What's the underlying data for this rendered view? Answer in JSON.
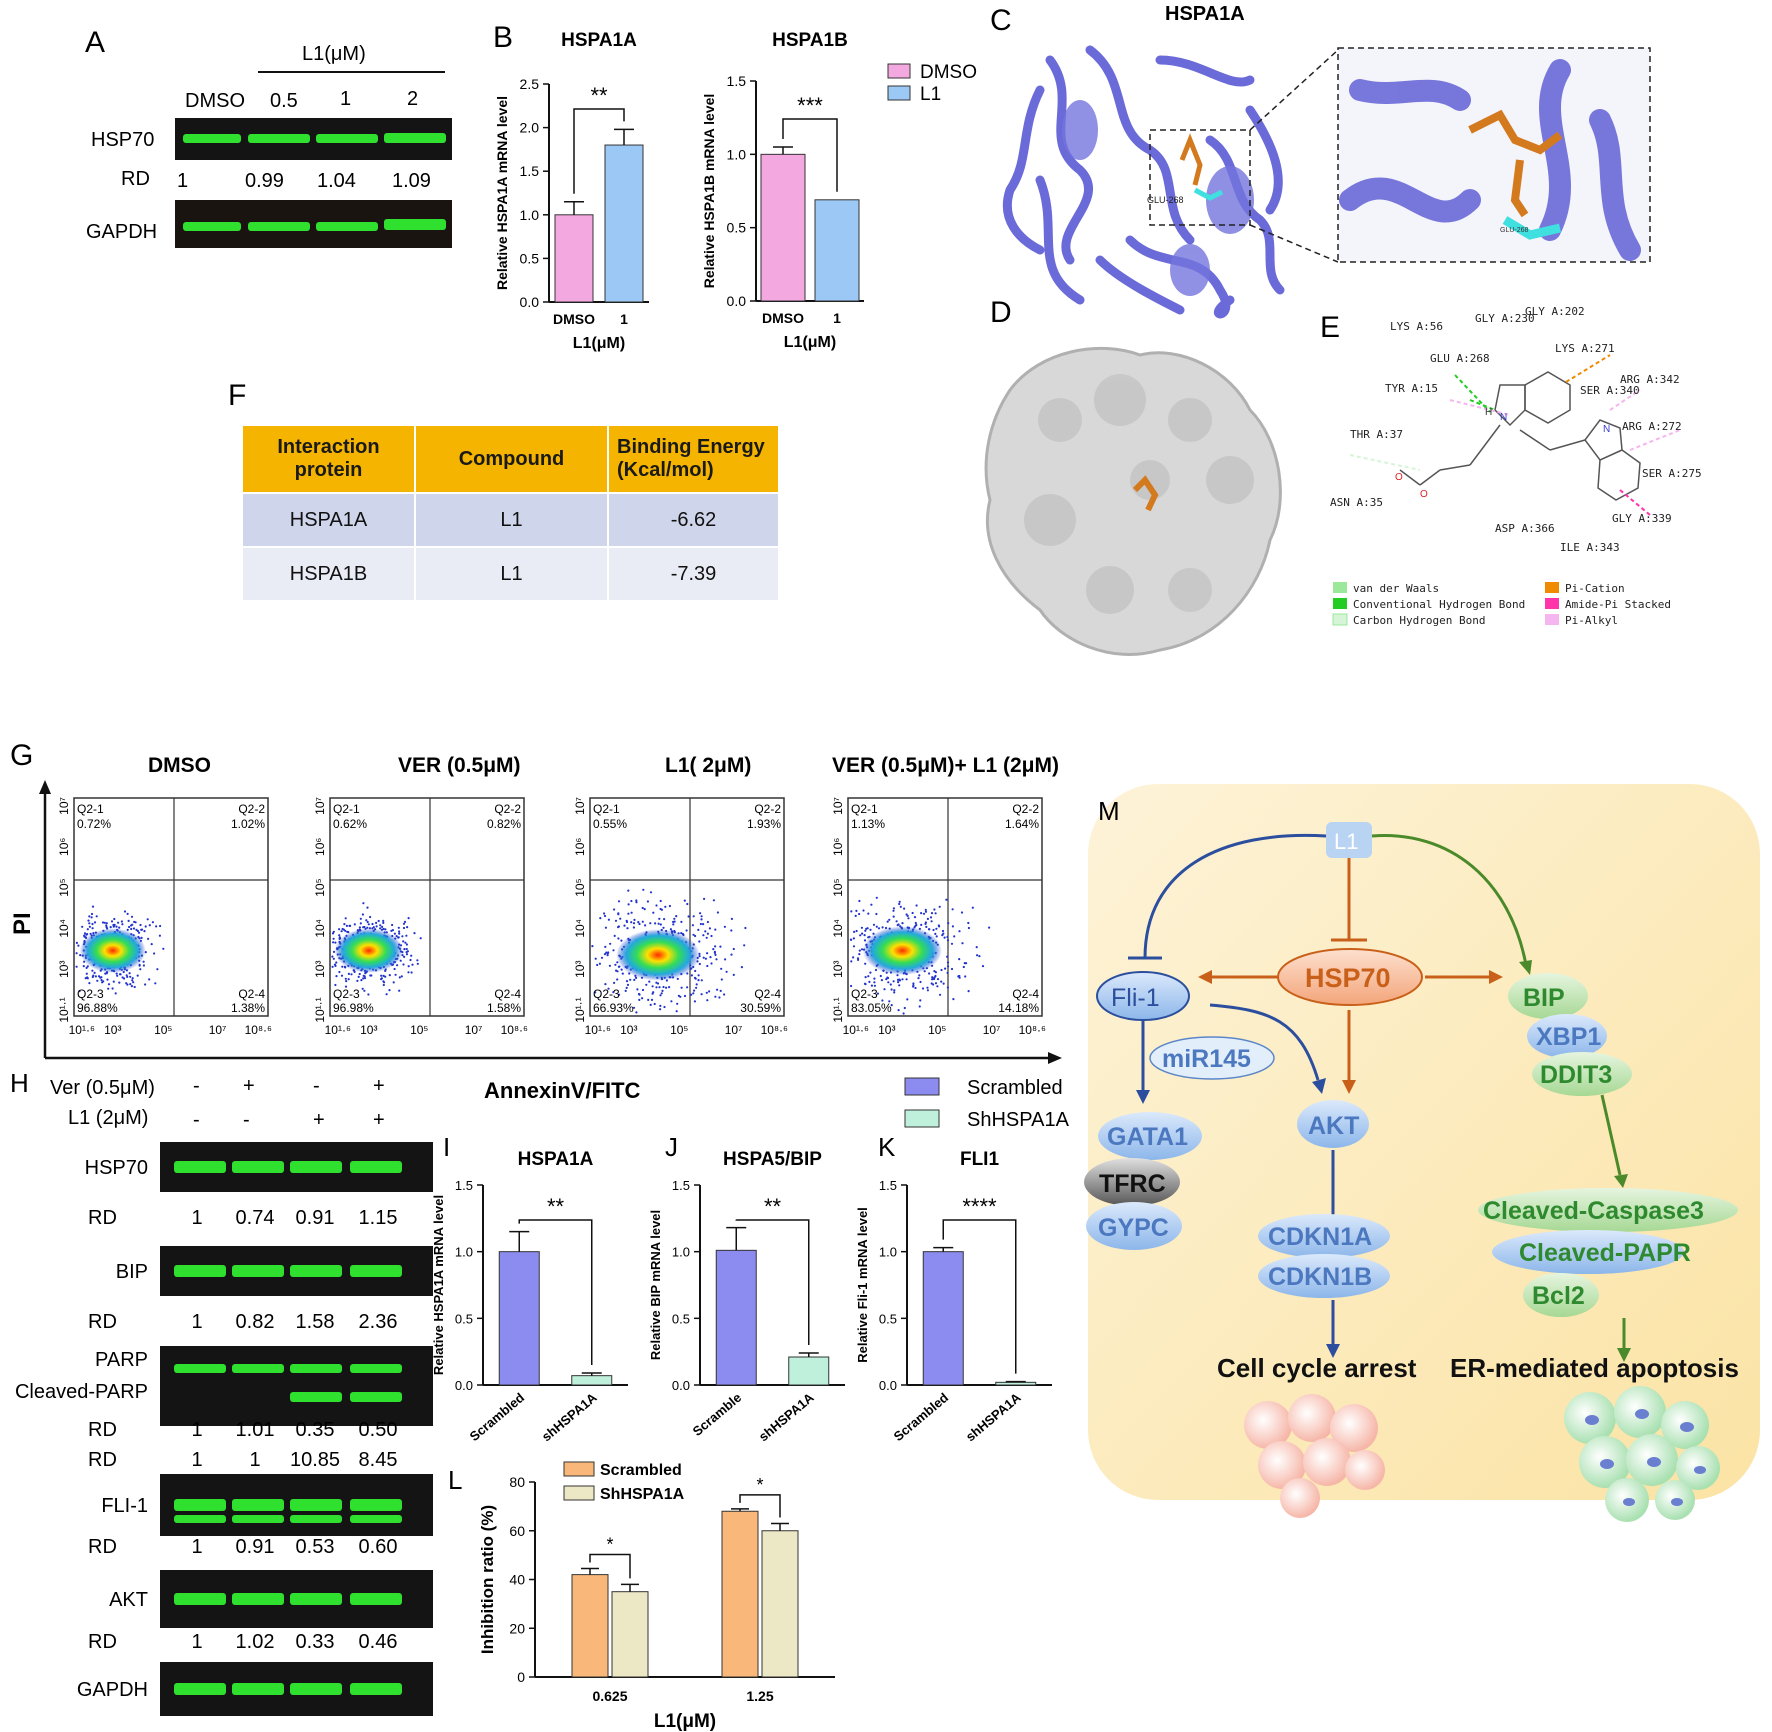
{
  "panels": {
    "A": {
      "letter": "A",
      "treatment_header": "L1(μM)",
      "lanes": [
        "DMSO",
        "0.5",
        "1",
        "2"
      ],
      "bands": [
        "HSP70",
        "GAPDH"
      ],
      "rd_label": "RD",
      "rd_values": [
        "1",
        "0.99",
        "1.04",
        "1.09"
      ]
    },
    "B": {
      "letter": "B"
    },
    "C": {
      "letter": "C",
      "title": "HSPA1A",
      "residue_label": "GLU-268",
      "residue_label_zoom": "GLU-268"
    },
    "D": {
      "letter": "D"
    },
    "E": {
      "letter": "E",
      "residues": [
        "LYS A:56",
        "GLY A:230",
        "GLY A:202",
        "GLU A:268",
        "LYS A:271",
        "TYR A:15",
        "SER A:340",
        "ARG A:342",
        "ARG A:272",
        "THR A:37",
        "SER A:275",
        "ASN A:35",
        "ASP A:366",
        "ILE A:343",
        "GLY A:339"
      ],
      "legend": [
        {
          "label": "van der Waals",
          "color": "#9be89b"
        },
        {
          "label": "Conventional Hydrogen Bond",
          "color": "#22cc22"
        },
        {
          "label": "Carbon Hydrogen Bond",
          "color": "#d6f5d6"
        },
        {
          "label": "Pi-Cation",
          "color": "#f08a00"
        },
        {
          "label": "Amide-Pi Stacked",
          "color": "#ff33aa"
        },
        {
          "label": "Pi-Alkyl",
          "color": "#f5b6f0"
        }
      ]
    },
    "F": {
      "letter": "F",
      "headers": [
        "Interaction protein",
        "Compound",
        "Binding Energy (Kcal/mol)"
      ],
      "rows": [
        [
          "HSPA1A",
          "L1",
          "-6.62"
        ],
        [
          "HSPA1B",
          "L1",
          "-7.39"
        ]
      ]
    },
    "G": {
      "letter": "G",
      "titles": [
        "DMSO",
        "VER (0.5μM)",
        "L1( 2μM)",
        "VER (0.5μM)+ L1 (2μM)"
      ],
      "quadrants": [
        [
          "Q2-1 0.72%",
          "Q2-2 1.02%",
          "Q2-3 96.88%",
          "Q2-4 1.38%"
        ],
        [
          "Q2-1 0.62%",
          "Q2-2 0.82%",
          "Q2-3 96.98%",
          "Q2-4 1.58%"
        ],
        [
          "Q2-1 0.55%",
          "Q2-2 1.93%",
          "Q2-3 66.93%",
          "Q2-4 30.59%"
        ],
        [
          "Q2-1 1.13%",
          "Q2-2 1.64%",
          "Q2-3 83.05%",
          "Q2-4 14.18%"
        ]
      ],
      "y_axis": "PI",
      "x_axis": "AnnexinV/FITC",
      "y_ticks": [
        "10⁷",
        "10⁶",
        "10⁵",
        "10⁴",
        "10³",
        "10¹·¹"
      ],
      "x_ticks": [
        "10¹·⁶",
        "10³",
        "10⁵",
        "10⁷",
        "10⁸·⁶"
      ]
    },
    "H": {
      "letter": "H",
      "treatments": [
        {
          "label": "Ver (0.5μM)",
          "signs": [
            "-",
            "+",
            "-",
            "+"
          ]
        },
        {
          "label": "L1  (2μM)",
          "signs": [
            "-",
            "-",
            "+",
            "+"
          ]
        }
      ],
      "blots": [
        {
          "name": "HSP70",
          "rd": [
            [
              "1",
              "0.74",
              "0.91",
              "1.15"
            ]
          ]
        },
        {
          "name": "BIP",
          "rd": [
            [
              "1",
              "0.82",
              "1.58",
              "2.36"
            ]
          ]
        },
        {
          "name": "PARP",
          "name2": "Cleaved-PARP",
          "rd": [
            [
              "1",
              "1.01",
              "0.35",
              "0.50"
            ],
            [
              "1",
              "1",
              "10.85",
              "8.45"
            ]
          ]
        },
        {
          "name": "FLI-1",
          "rd": [
            [
              "1",
              "0.91",
              "0.53",
              "0.60"
            ]
          ]
        },
        {
          "name": "AKT",
          "rd": [
            [
              "1",
              "1.02",
              "0.33",
              "0.46"
            ]
          ]
        },
        {
          "name": "GAPDH",
          "rd": []
        }
      ],
      "rd_label": "RD"
    },
    "IJK_legend": [
      "Scrambled",
      "ShHSPA1A"
    ],
    "L": {
      "letter": "L"
    },
    "M": {
      "letter": "M",
      "nodes": [
        "L1",
        "HSP70",
        "Fli-1",
        "miR145",
        "GATA1",
        "TFRC",
        "GYPC",
        "AKT",
        "CDKN1A",
        "CDKN1B",
        "BIP",
        "XBP1",
        "DDIT3",
        "Cleaved-Caspase3",
        "Cleaved-PAPR",
        "Bcl2"
      ],
      "outcomes": [
        "Cell cycle arrest",
        "ER-mediated apoptosis"
      ]
    }
  },
  "chart_data": [
    {
      "panel": "B-left",
      "type": "bar",
      "title": "HSPA1A",
      "categories": [
        "DMSO",
        "1"
      ],
      "values": [
        1.0,
        1.8
      ],
      "errors": [
        0.15,
        0.18
      ],
      "colors": [
        "#f4a8e0",
        "#9cc8f5"
      ],
      "xlabel": "L1(μM)",
      "ylabel": "Relative HSPA1A mRNA level",
      "ylim": [
        0,
        2.5
      ],
      "yticks": [
        "0.0",
        "0.5",
        "1.0",
        "1.5",
        "2.0",
        "2.5"
      ],
      "significance": "**"
    },
    {
      "panel": "B-right",
      "type": "bar",
      "title": "HSPA1B",
      "categories": [
        "DMSO",
        "1"
      ],
      "values": [
        1.0,
        0.69
      ],
      "errors": [
        0.05,
        0.0
      ],
      "colors": [
        "#f4a8e0",
        "#9cc8f5"
      ],
      "xlabel": "L1(μM)",
      "ylabel": "Relative HSPA1B mRNA level",
      "ylim": [
        0,
        1.5
      ],
      "yticks": [
        "0.0",
        "0.5",
        "1.0",
        "1.5"
      ],
      "significance": "***",
      "legend": [
        "DMSO",
        "L1"
      ]
    },
    {
      "panel": "I",
      "type": "bar",
      "title": "HSPA1A",
      "categories": [
        "Scrambled",
        "shHSPA1A"
      ],
      "values": [
        1.0,
        0.07
      ],
      "errors": [
        0.15,
        0.02
      ],
      "colors": [
        "#8c8cf0",
        "#bff0dc"
      ],
      "ylabel": "Relative HSPA1A mRNA level",
      "ylim": [
        0,
        1.5
      ],
      "yticks": [
        "0.0",
        "0.5",
        "1.0",
        "1.5"
      ],
      "significance": "**"
    },
    {
      "panel": "J",
      "type": "bar",
      "title": "HSPA5/BIP",
      "categories": [
        "Scramble",
        "shHSPA1A"
      ],
      "values": [
        1.01,
        0.21
      ],
      "errors": [
        0.17,
        0.03
      ],
      "colors": [
        "#8c8cf0",
        "#bff0dc"
      ],
      "ylabel": "Relative BIP mRNA level",
      "ylim": [
        0,
        1.5
      ],
      "yticks": [
        "0.0",
        "0.5",
        "1.0",
        "1.5"
      ],
      "significance": "**"
    },
    {
      "panel": "K",
      "type": "bar",
      "title": "FLI1",
      "categories": [
        "Scrambled",
        "shHSPA1A"
      ],
      "values": [
        1.0,
        0.02
      ],
      "errors": [
        0.03,
        0.005
      ],
      "colors": [
        "#8c8cf0",
        "#bff0dc"
      ],
      "ylabel": "Relative Fli-1 mRNA level",
      "ylim": [
        0,
        1.5
      ],
      "yticks": [
        "0.0",
        "0.5",
        "1.0",
        "1.5"
      ],
      "significance": "****"
    },
    {
      "panel": "L",
      "type": "bar",
      "categories": [
        "0.625",
        "1.25"
      ],
      "series": [
        {
          "name": "Scrambled",
          "values": [
            42,
            68
          ],
          "errors": [
            2.5,
            1
          ],
          "color": "#f9b87a"
        },
        {
          "name": "ShHSPA1A",
          "values": [
            35,
            60
          ],
          "errors": [
            3,
            3
          ],
          "color": "#ece7c4"
        }
      ],
      "xlabel": "L1(μM)",
      "ylabel": "Inhibition ratio (%)",
      "ylim": [
        0,
        80
      ],
      "yticks": [
        "0",
        "20",
        "40",
        "60",
        "80"
      ],
      "significance": [
        "*",
        "*"
      ]
    }
  ]
}
